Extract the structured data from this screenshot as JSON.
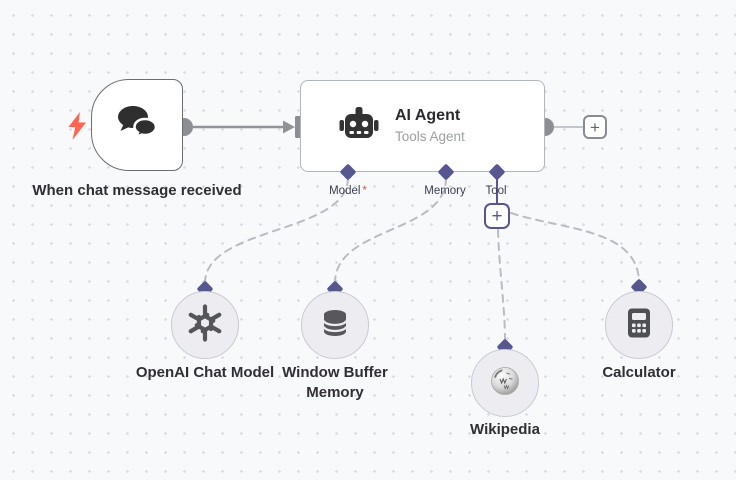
{
  "trigger": {
    "label": "When chat message received",
    "icon": "chat-bubbles-icon"
  },
  "agent": {
    "title": "AI Agent",
    "subtitle": "Tools Agent",
    "icon": "robot-icon",
    "ports": [
      {
        "label": "Model",
        "required_marker": "*"
      },
      {
        "label": "Memory",
        "required_marker": ""
      },
      {
        "label": "Tool",
        "required_marker": ""
      }
    ]
  },
  "subnodes": [
    {
      "label": "OpenAI Chat Model",
      "icon": "openai-logo-icon"
    },
    {
      "label": "Window Buffer Memory",
      "icon": "database-icon"
    },
    {
      "label": "Wikipedia",
      "icon": "wikipedia-globe-icon"
    },
    {
      "label": "Calculator",
      "icon": "calculator-icon"
    }
  ],
  "buttons": {
    "add_next": "+",
    "add_tool": "+"
  },
  "colors": {
    "canvas_bg": "#f8f9fb",
    "dot_grid": "#dadde3",
    "connector_gray": "#8b8f95",
    "port_diamond": "#57578f",
    "dashed_wire": "#b9bcc3",
    "trigger_bolt": "#ff6450",
    "required_red": "#e05552",
    "text_dark": "#2f2f34",
    "text_gray": "#9b9ea3"
  }
}
